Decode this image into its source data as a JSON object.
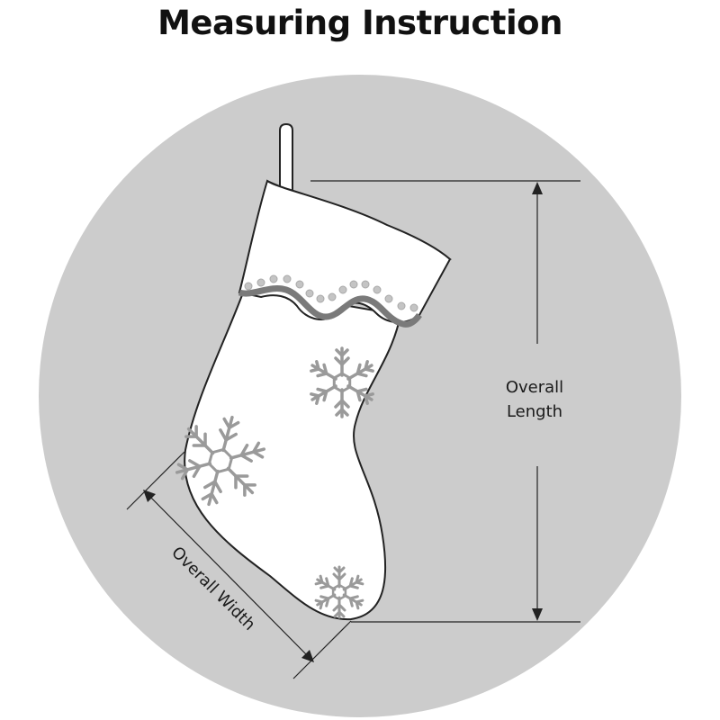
{
  "title": "Measuring Instruction",
  "labels": {
    "length_line1": "Overall",
    "length_line2": "Length",
    "width": "Overall Width"
  },
  "colors": {
    "circle": "#cccccc",
    "stocking": "#ffffff",
    "outline": "#222222",
    "snowflake": "#9a9a9a",
    "trim": "#7a7a7a",
    "dots": "#c4c4c4"
  }
}
